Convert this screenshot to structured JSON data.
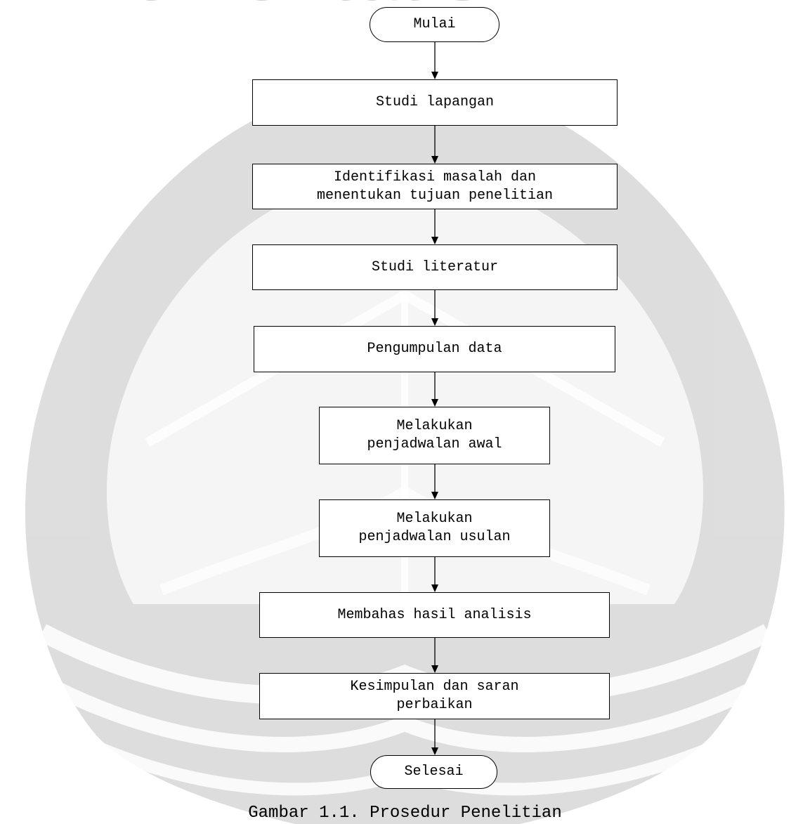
{
  "flowchart": {
    "start": "Mulai",
    "steps": [
      {
        "lines": [
          "Studi lapangan"
        ]
      },
      {
        "lines": [
          "Identifikasi masalah dan",
          "menentukan tujuan penelitian"
        ]
      },
      {
        "lines": [
          "Studi literatur"
        ]
      },
      {
        "lines": [
          "Pengumpulan data"
        ]
      },
      {
        "lines": [
          "Melakukan",
          "penjadwalan awal"
        ]
      },
      {
        "lines": [
          "Melakukan",
          "penjadwalan usulan"
        ]
      },
      {
        "lines": [
          "Membahas hasil analisis"
        ]
      },
      {
        "lines": [
          "Kesimpulan dan saran",
          "perbaikan"
        ]
      }
    ],
    "end": "Selesai"
  },
  "caption": "Gambar 1.1. Prosedur Penelitian",
  "watermark": {
    "text": "serviens in lumine veritatis",
    "color": "#d2d2d2"
  },
  "colors": {
    "line": "#000000",
    "box_fill": "#ffffff",
    "background": "#ffffff"
  }
}
